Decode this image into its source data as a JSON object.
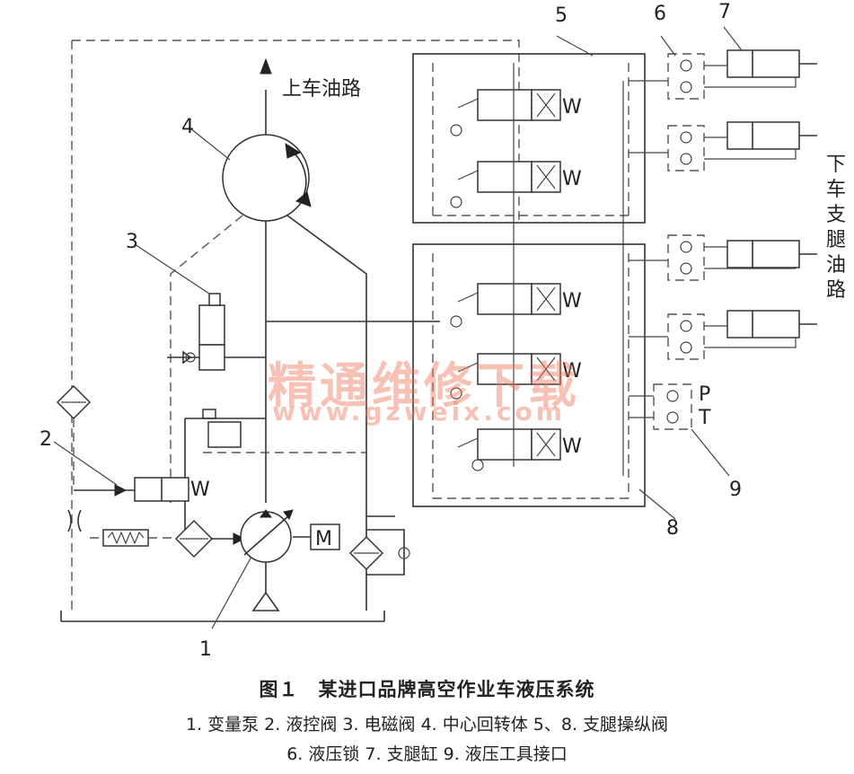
{
  "labels": {
    "l1": "1",
    "l2": "2",
    "l3": "3",
    "l4": "4",
    "l5": "5",
    "l6": "6",
    "l7": "7",
    "l8": "8",
    "l9": "9",
    "upper_oil_path": "上车油路",
    "lower_oil_path": [
      "下",
      "车",
      "支",
      "腿",
      "油",
      "路"
    ],
    "port_p": "P",
    "port_t": "T",
    "motor": "M",
    "w": "W"
  },
  "watermark": {
    "cn": "精通维修下载",
    "url": "www.gzweix.com"
  },
  "caption": {
    "title": "图１　某进口品牌高空作业车液压系统",
    "legend_line1": "1. 变量泵  2. 液控阀  3. 电磁阀  4. 中心回转体  5、8. 支腿操纵阀",
    "legend_line2": "6. 液压锁  7. 支腿缸  9. 液压工具接口"
  }
}
